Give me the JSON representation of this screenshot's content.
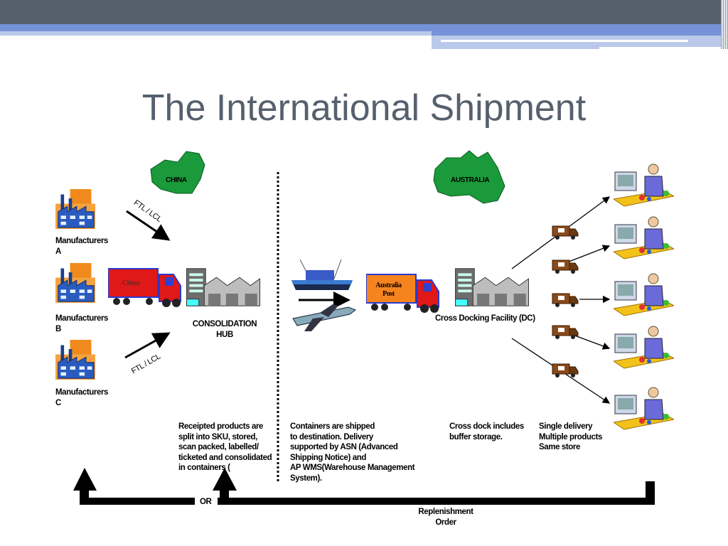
{
  "slide": {
    "title": "The International Shipment"
  },
  "regions": {
    "china": "CHINA",
    "australia": "AUSTRALIA"
  },
  "manufacturers": [
    {
      "line1": "Manufacturers",
      "line2": "A"
    },
    {
      "line1": "Manufacturers",
      "line2": "B"
    },
    {
      "line1": "Manufacturers",
      "line2": "C"
    }
  ],
  "transport_labels": {
    "top": "FTL / LCL",
    "bottom": "FTL / LCL",
    "china_truck": "China",
    "australia_truck_line1": "Australia",
    "australia_truck_line2": "Post"
  },
  "nodes": {
    "hub_line1": "CONSOLIDATION",
    "hub_line2": "HUB",
    "dc": "Cross Docking Facility (DC)"
  },
  "notes": {
    "hub": [
      "Receipted products are",
      "split into SKU, stored,",
      "scan packed, labelled/",
      "ticketed and consolidated",
      "in containers ("
    ],
    "shipping": [
      "Containers are shipped",
      "to destination.  Delivery",
      "supported by ASN (Advanced",
      "Shipping Notice) and",
      "AP WMS(Warehouse Management",
      "System)."
    ],
    "crossdock": [
      "Cross dock includes",
      "buffer storage."
    ],
    "delivery": [
      "Single delivery",
      "Multiple products",
      "Same store"
    ]
  },
  "feedback": {
    "or": "OR",
    "replenishment_line1": "Replenishment",
    "replenishment_line2": "Order"
  },
  "colors": {
    "header_dark": "#56606c",
    "header_blue": "#7593d6",
    "header_light": "#bac8ea",
    "title": "#56606e",
    "map_green": "#1a9a3a"
  }
}
